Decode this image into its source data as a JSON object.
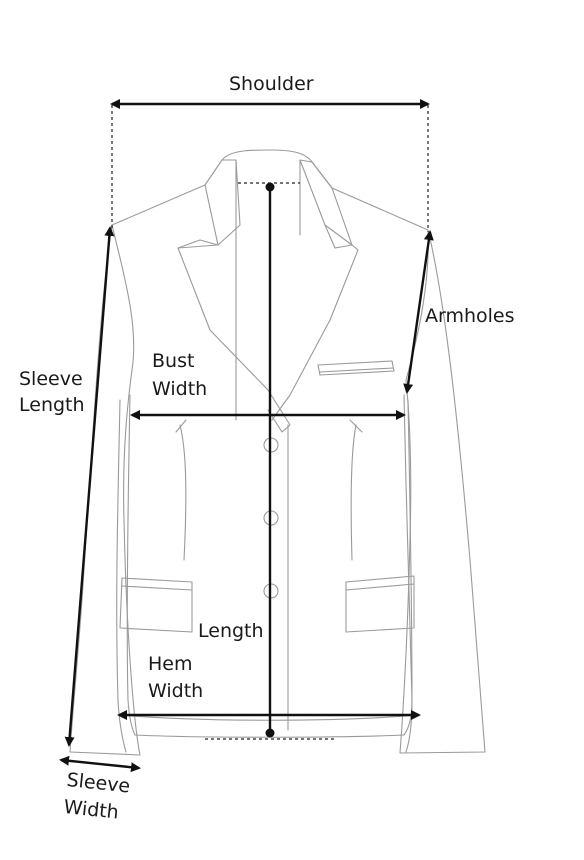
{
  "labels": {
    "shoulder": "Shoulder",
    "armholes": "Armholes",
    "sleeve_length_1": "Sleeve",
    "sleeve_length_2": "Length",
    "bust_width_1": "Bust",
    "bust_width_2": "Width",
    "length": "Length",
    "hem_width_1": "Hem",
    "hem_width_2": "Width",
    "sleeve_width_1": "Sleeve",
    "sleeve_width_2": "Width"
  }
}
